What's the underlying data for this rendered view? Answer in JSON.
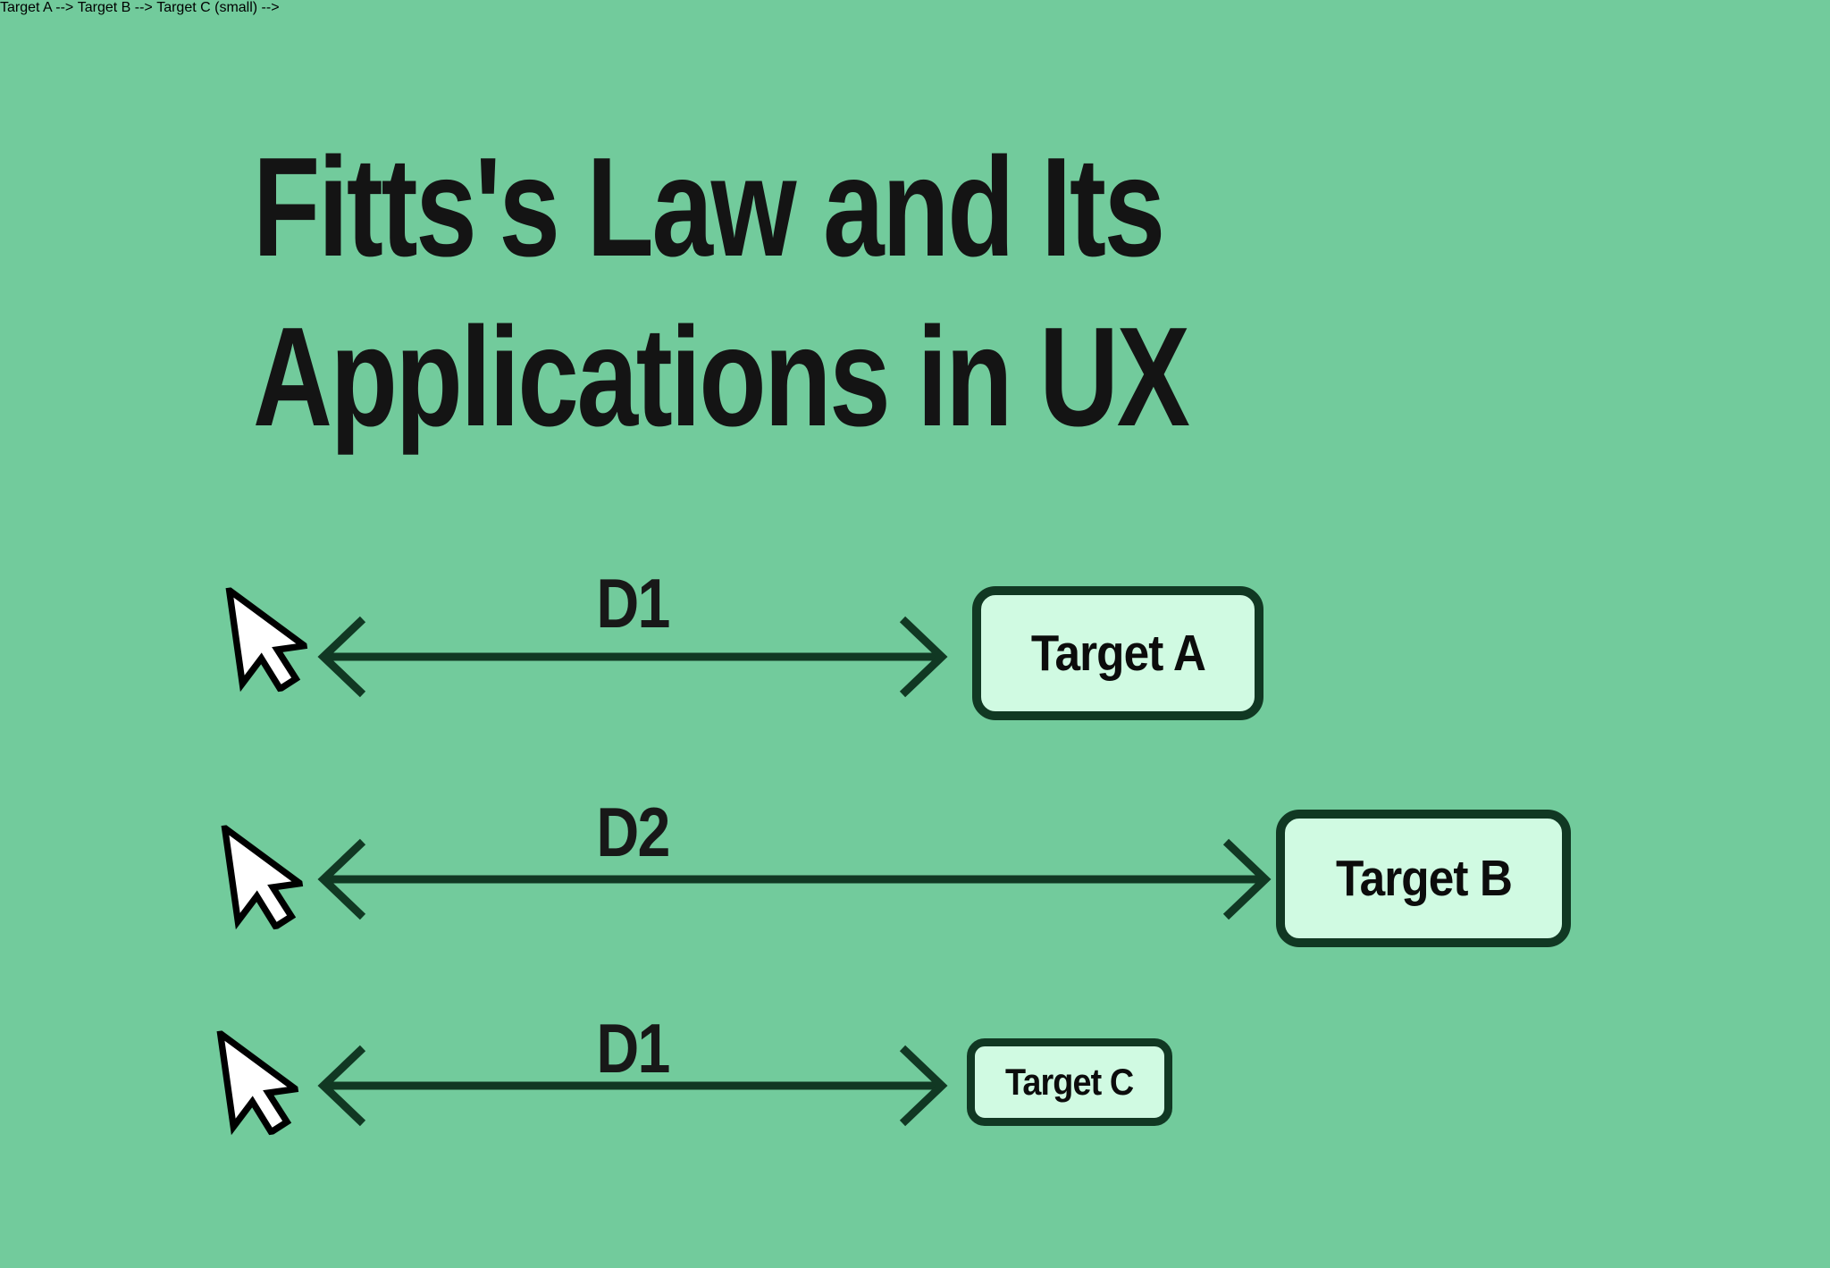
{
  "title": {
    "line1": "Fitts's Law and Its",
    "line2": "Applications in UX"
  },
  "colors": {
    "background": "#72cb9c",
    "dark_green": "#113823",
    "target_fill": "#d0fae2",
    "text": "#141414"
  },
  "rows": [
    {
      "distance_label": "D1",
      "target_label": "Target A",
      "target_size": "large"
    },
    {
      "distance_label": "D2",
      "target_label": "Target B",
      "target_size": "large"
    },
    {
      "distance_label": "D1",
      "target_label": "Target C",
      "target_size": "small"
    }
  ]
}
